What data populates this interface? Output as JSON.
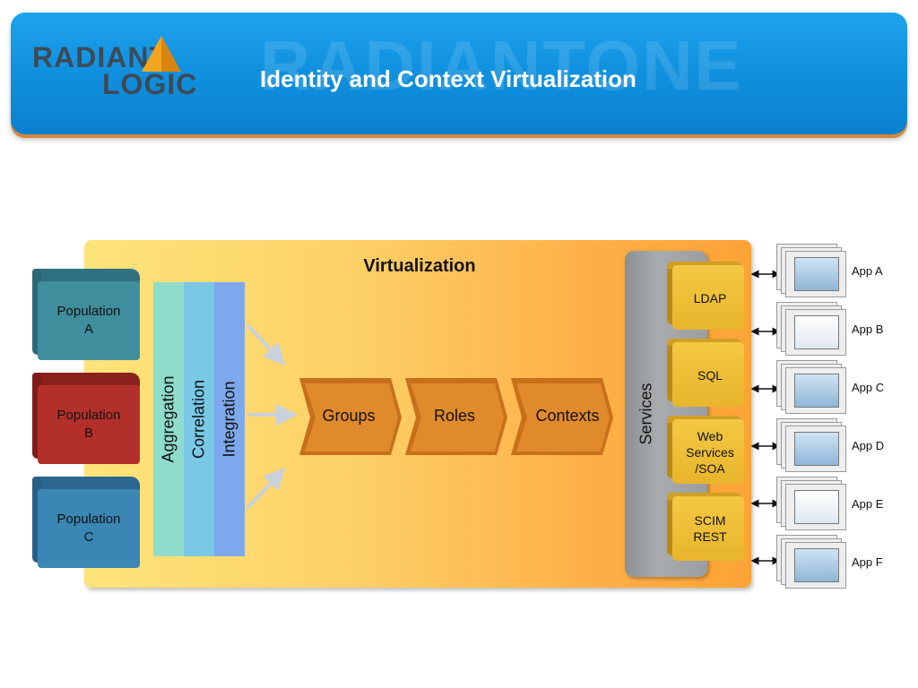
{
  "header": {
    "logo_line1": "RADIANT",
    "logo_line2": "LOGIC",
    "watermark": "RADIANTONE",
    "title": "Identity and Context Virtualization"
  },
  "diagram": {
    "panel_title": "Virtualization",
    "populations": [
      {
        "line1": "Population",
        "line2": "A",
        "color": "#3f8e9e"
      },
      {
        "line1": "Population",
        "line2": "B",
        "color": "#b3302a"
      },
      {
        "line1": "Population",
        "line2": "C",
        "color": "#3a86b4"
      }
    ],
    "stack_columns": [
      {
        "label": "Aggregation",
        "color": "#8fdccb"
      },
      {
        "label": "Correlation",
        "color": "#79c8e6"
      },
      {
        "label": "Integration",
        "color": "#7ea8ee"
      }
    ],
    "chevrons": [
      "Groups",
      "Roles",
      "Contexts"
    ],
    "services_label": "Services",
    "services": [
      {
        "line1": "LDAP",
        "line2": "",
        "line3": ""
      },
      {
        "line1": "SQL",
        "line2": "",
        "line3": ""
      },
      {
        "line1": "Web",
        "line2": "Services",
        "line3": "/SOA"
      },
      {
        "line1": "SCIM",
        "line2": "REST",
        "line3": ""
      }
    ],
    "apps": [
      "App A",
      "App B",
      "App C",
      "App D",
      "App E",
      "App F"
    ]
  }
}
